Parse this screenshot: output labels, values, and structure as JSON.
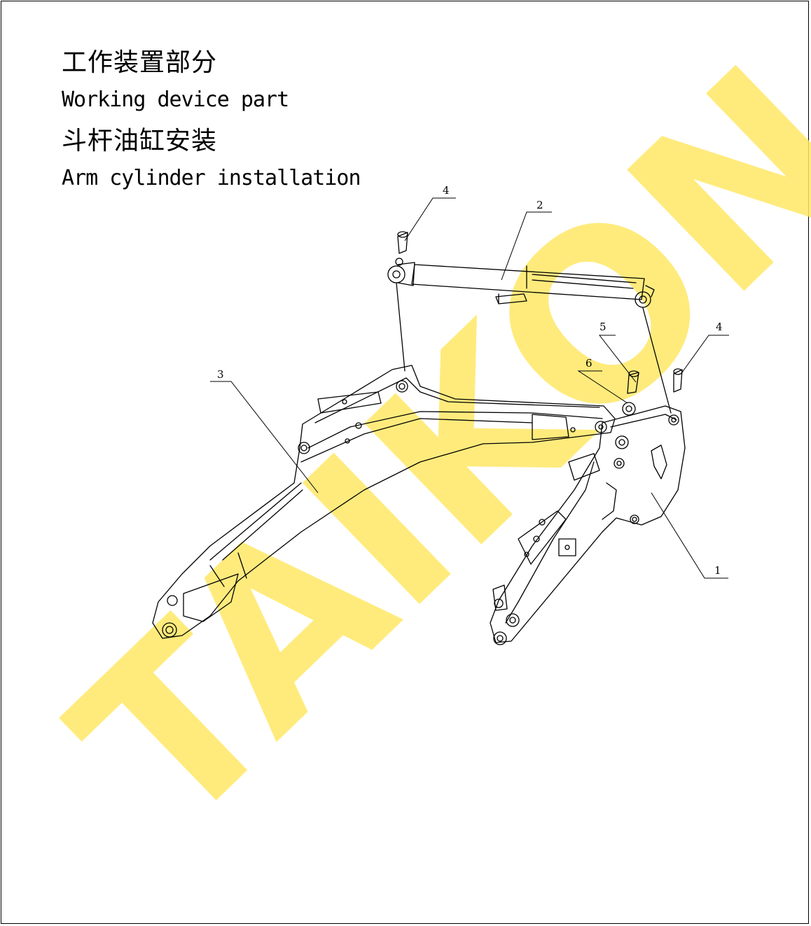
{
  "title": {
    "cn_main": "工作装置部分",
    "en_main": "Working device part",
    "cn_sub": "斗杆油缸安装",
    "en_sub": "Arm cylinder installation"
  },
  "watermark": "TAIKON",
  "callouts": [
    "4",
    "2",
    "5",
    "4",
    "6",
    "3",
    "1"
  ],
  "colors": {
    "watermark": "#ffe866",
    "line": "#000000"
  }
}
